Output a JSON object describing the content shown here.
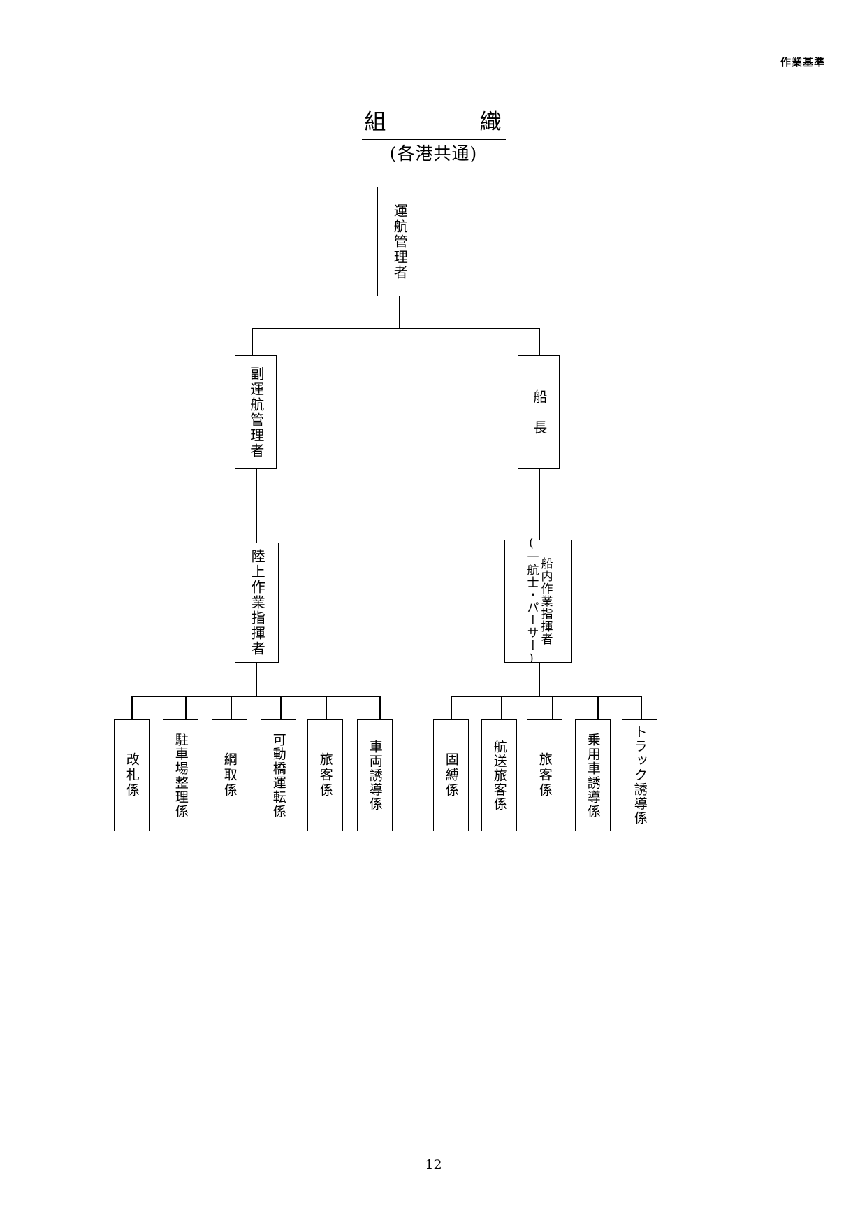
{
  "document": {
    "header_label": "作業基準",
    "page_number": "12"
  },
  "title": {
    "main": "組　　　　織",
    "sub": "(各港共通)"
  },
  "chart_data": {
    "type": "diagram",
    "diagram_kind": "organization-chart",
    "title": "組　　　　織 (各港共通)",
    "orientation": "top-down",
    "text_direction": "vertical",
    "nodes": [
      {
        "id": "n1",
        "label": "運航管理者",
        "level": 1
      },
      {
        "id": "n2",
        "label": "副運航管理者",
        "level": 2
      },
      {
        "id": "n3",
        "label": "船　長",
        "level": 2
      },
      {
        "id": "n4",
        "label": "陸上作業指揮者",
        "level": 3
      },
      {
        "id": "n5",
        "label": "船内作業指揮者",
        "sublabel": "(一航士・パーサー)",
        "level": 3
      },
      {
        "id": "n6",
        "label": "改札係",
        "level": 4
      },
      {
        "id": "n7",
        "label": "駐車場整理係",
        "level": 4
      },
      {
        "id": "n8",
        "label": "綱取係",
        "level": 4
      },
      {
        "id": "n9",
        "label": "可動橋運転係",
        "level": 4
      },
      {
        "id": "n10",
        "label": "旅客係",
        "level": 4
      },
      {
        "id": "n11",
        "label": "車両誘導係",
        "level": 4
      },
      {
        "id": "n12",
        "label": "固縛係",
        "level": 4
      },
      {
        "id": "n13",
        "label": "航送旅客係",
        "level": 4
      },
      {
        "id": "n14",
        "label": "旅客係",
        "level": 4
      },
      {
        "id": "n15",
        "label": "乗用車誘導係",
        "level": 4
      },
      {
        "id": "n16",
        "label": "トラック誘導係",
        "level": 4
      }
    ],
    "edges": [
      {
        "from": "n1",
        "to": "n2"
      },
      {
        "from": "n1",
        "to": "n3"
      },
      {
        "from": "n2",
        "to": "n4"
      },
      {
        "from": "n3",
        "to": "n5"
      },
      {
        "from": "n4",
        "to": "n6"
      },
      {
        "from": "n4",
        "to": "n7"
      },
      {
        "from": "n4",
        "to": "n8"
      },
      {
        "from": "n4",
        "to": "n9"
      },
      {
        "from": "n4",
        "to": "n10"
      },
      {
        "from": "n4",
        "to": "n11"
      },
      {
        "from": "n5",
        "to": "n12"
      },
      {
        "from": "n5",
        "to": "n13"
      },
      {
        "from": "n5",
        "to": "n14"
      },
      {
        "from": "n5",
        "to": "n15"
      },
      {
        "from": "n5",
        "to": "n16"
      }
    ]
  },
  "colors": {
    "ink": "#000000",
    "paper": "#ffffff"
  }
}
